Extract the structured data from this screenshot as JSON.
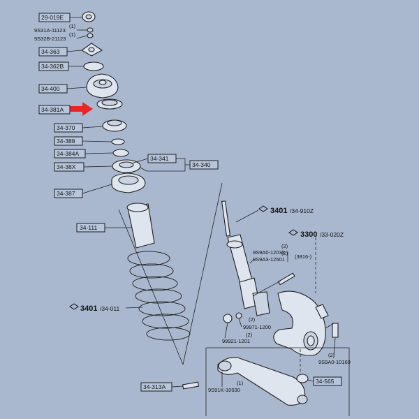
{
  "labels": {
    "p29_019e": "29-019E",
    "p9s31a": "9S31A-11123",
    "p9s31a_qty": "(1)",
    "p9s32b": "9S32B-21123",
    "p9s32b_qty": "(1)",
    "p34_363": "34-363",
    "p34_362b": "34-362B",
    "p34_400": "34-400",
    "p34_381a": "34-381A",
    "p34_370": "34-370",
    "p34_388": "34-388",
    "p34_384a": "34-384A",
    "p34_38x": "34-38X",
    "p34_341": "34-341",
    "p34_340": "34-340",
    "p34_387": "34-387",
    "p34_111": "34-111",
    "ref_3401_top_main": "3401",
    "ref_3401_top_sub": "/34-910Z",
    "ref_3300_main": "3300",
    "ref_3300_sub": "/33-020Z",
    "b9s9a0_qty": "(2)",
    "b9s9a0": "9S9A0-12033",
    "b9s9a3_qty": "(2)",
    "b9s9a3": "9S9A3-12501",
    "ref_3816": "(3816-)",
    "ref_3401_left_main": "3401",
    "ref_3401_left_sub": "/34-011",
    "n99971_qty": "(2)",
    "n99971": "99971-1200",
    "n99921_qty": "(2)",
    "n99921": "99921-1201",
    "b9s9a0_1016_qty": "(2)",
    "b9s9a0_1016": "9S9A0-10169",
    "p34_313a": "34-313A",
    "b9s91k_qty": "(1)",
    "b9s91k": "9S91K-10030",
    "p34_565": "34-565"
  },
  "colors": {
    "background": "#a9b8cf",
    "arrow": "#e8262a",
    "ink": "#1e1e1e"
  },
  "icons": {
    "pointer": "red-arrow-icon",
    "reference": "book-reference-icon"
  }
}
